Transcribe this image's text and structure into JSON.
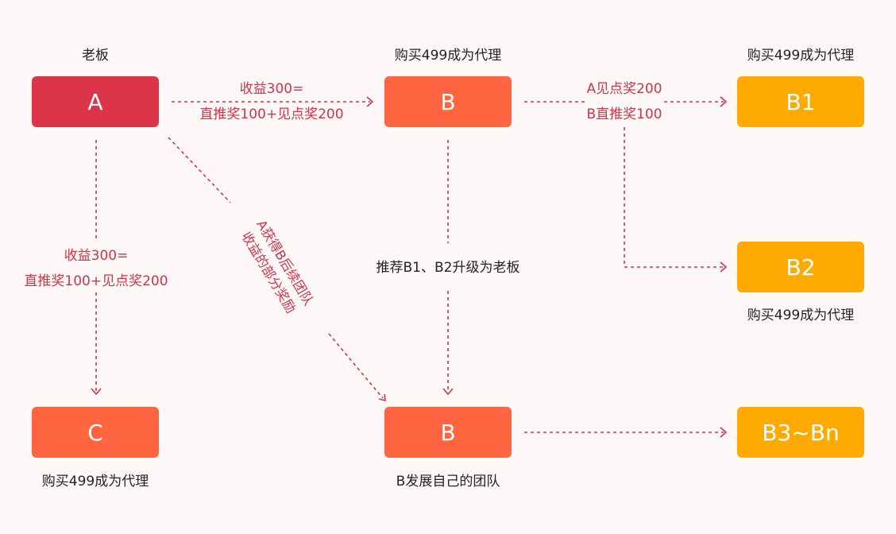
{
  "nodes": {
    "a": {
      "label": "A",
      "caption": "老板"
    },
    "b_top": {
      "label": "B",
      "caption": "购买499成为代理"
    },
    "b1": {
      "label": "B1",
      "caption": "购买499成为代理"
    },
    "b2": {
      "label": "B2",
      "caption": "购买499成为代理"
    },
    "c": {
      "label": "C",
      "caption": "购买499成为代理"
    },
    "b_bottom": {
      "label": "B",
      "caption": "B发展自己的团队"
    },
    "b3_bn": {
      "label": "B3~Bn"
    }
  },
  "edges": {
    "a_to_b": {
      "line1": "收益300=",
      "line2": "直推奖100+见点奖200"
    },
    "a_to_c": {
      "line1": "收益300=",
      "line2": "直推奖100+见点奖200"
    },
    "b_to_b1": {
      "line1": "A见点奖200",
      "line2": "B直推奖100"
    },
    "a_to_b_bottom": {
      "line1": "A获得B后续团队",
      "line2": "收益的部分奖励"
    },
    "b_to_b_bottom": {
      "label": "推荐B1、B2升级为老板"
    }
  },
  "colors": {
    "boss": "#dc3448",
    "agent": "#ff6540",
    "sub_agent": "#ffaa00",
    "annotation": "#d0334a",
    "background": "#fdf8f7"
  }
}
